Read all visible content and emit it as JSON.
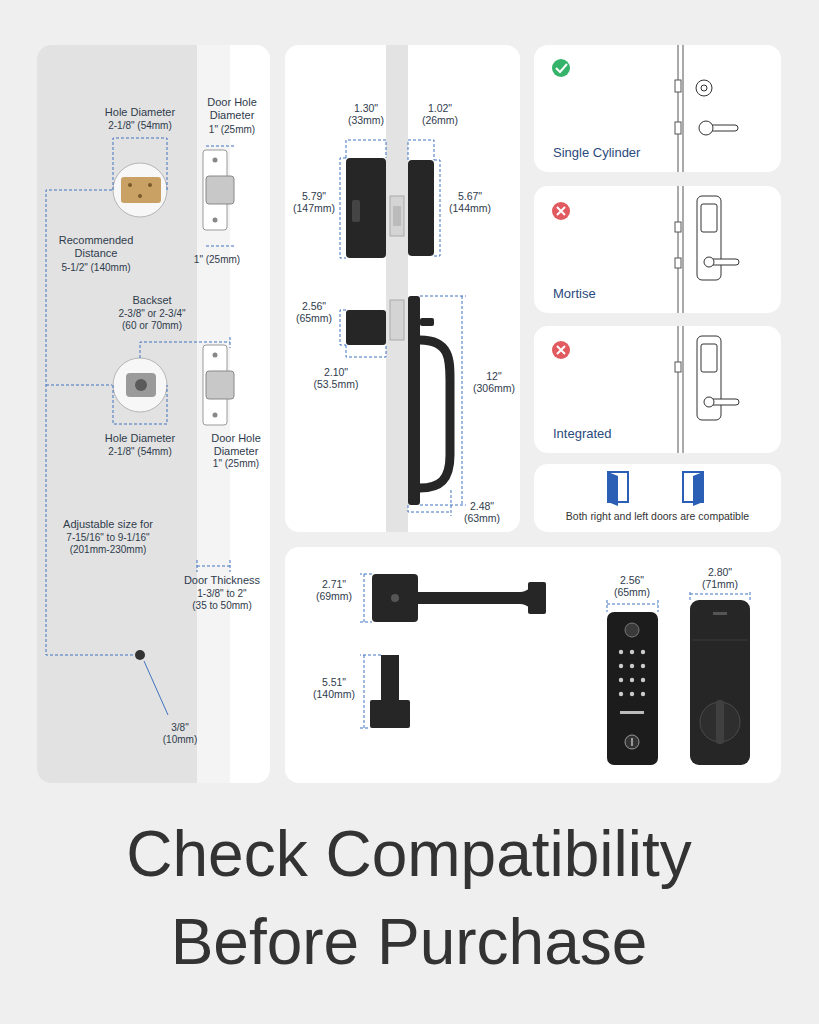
{
  "diagram": {
    "title": "Check Compatibility Before Purchase",
    "nodes": [
      {
        "text": [
          "Single Cylinder"
        ]
      },
      {
        "text": [
          "Mortise"
        ]
      },
      {
        "text": [
          "Integrated"
        ]
      },
      {
        "text": [
          "Both right and left doors are compatible"
        ]
      }
    ],
    "labels": [
      "Hole Diameter",
      "2-1/8\" (54mm)",
      "Door Hole Diameter",
      "1\" (25mm)",
      "Recommended Distance",
      "5-1/2\" (140mm)",
      "1\" (25mm)",
      "Backset",
      "2-3/8\" or 2-3/4\" (60 or 70mm)",
      "Hole Diameter",
      "2-1/8\" (54mm)",
      "Door Hole Diameter",
      "1\" (25mm)",
      "Adjustable size for",
      "7-15/16\" to 9-1/16\" (201mm-230mm)",
      "Door Thickness",
      "1-3/8\" to 2\" (35 to 50mm)",
      "3/8\" (10mm)",
      "1.30\" (33mm)",
      "1.02\" (26mm)",
      "5.79\" (147mm)",
      "5.67\" (144mm)",
      "2.56\" (65mm)",
      "2.10\" (53.5mm)",
      "12\" (306mm)",
      "2.48\" (63mm)",
      "2.71\" (69mm)",
      "5.51\" (140mm)",
      "2.56\" (65mm)",
      "2.80\" (71mm)"
    ]
  }
}
